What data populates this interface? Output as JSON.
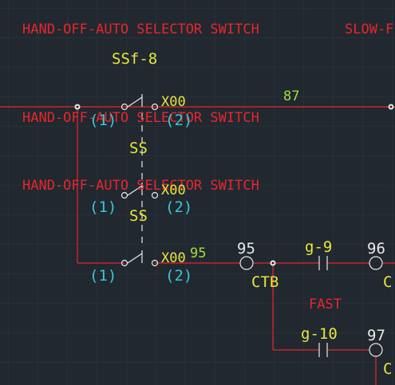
{
  "drawing": {
    "colors": {
      "background": "#212830",
      "grid": "#2d3640",
      "wire": "#e8262c",
      "contact": "#e9e9e9",
      "label_yellow": "#e7e63c",
      "label_green": "#9ee03a",
      "terminal_cyan": "#38c8d8"
    },
    "title_1": "HAND-OFF-AUTO SELECTOR SWITCH",
    "title_2": "SLOW-F",
    "device_tag": "SSf-8",
    "rung_87": "87",
    "rung_95": "95",
    "switch_1": {
      "title": "HAND-OFF-AUTO SELECTOR SWITCH",
      "contact": "X00",
      "pos_left": "(1)",
      "pos_right": "(2)",
      "ss": "SS"
    },
    "switch_2": {
      "title": "HAND-OFF-AUTO SELECTOR SWITCH",
      "contact": "X00",
      "pos_left": "(1)",
      "pos_right": "(2)",
      "ss": "SS"
    },
    "switch_3": {
      "contact": "X00",
      "pos_left": "(1)",
      "pos_right": "(2)"
    },
    "node_95": "95",
    "ctb": "CTB",
    "g9": "g-9",
    "node_96": "96",
    "right_cut_1": "C",
    "fast": "FAST",
    "g10": "g-10",
    "node_97": "97",
    "right_cut_2": "C"
  }
}
